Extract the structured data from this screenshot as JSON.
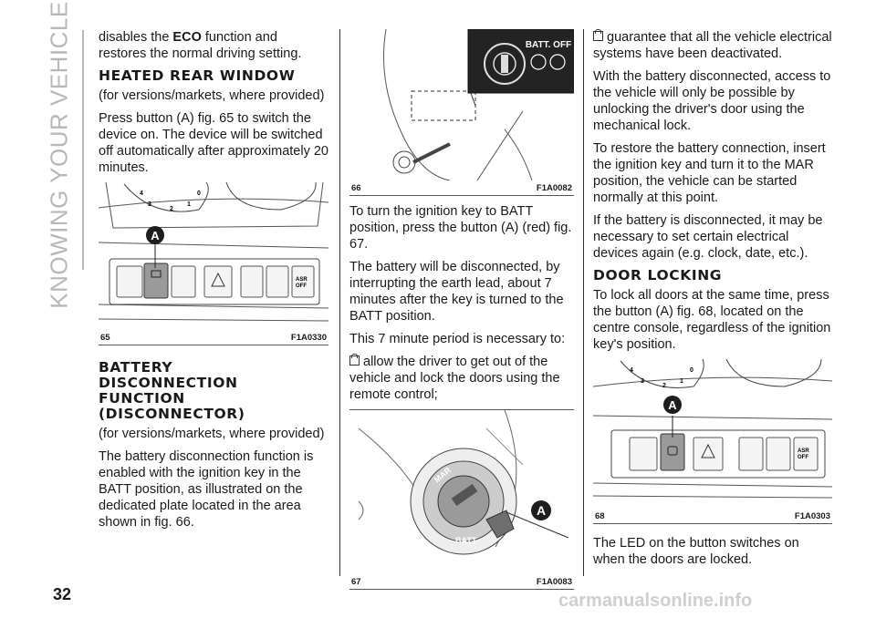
{
  "sidebar": {
    "title": "KNOWING YOUR VEHICLE"
  },
  "page": {
    "number": "32",
    "watermark": "carmanualsonline.info"
  },
  "col1": {
    "intro_pre": "disables the ",
    "intro_eco": "ECO",
    "intro_post": " function and restores the normal driving setting.",
    "heading1": "HEATED REAR WINDOW",
    "p1": "(for versions/markets, where provided)",
    "p2": "Press button (A) fig. 65 to switch the device on. The device will be switched off automatically after approximately 20 minutes.",
    "fig65": {
      "num": "65",
      "code": "F1A0330",
      "callout": "A",
      "dial_labels": [
        "4",
        "3",
        "2",
        "1",
        "0"
      ],
      "button_labels": [
        "ASR",
        "OFF"
      ]
    },
    "heading2": "BATTERY DISCONNECTION FUNCTION (DISCONNECTOR)",
    "p3": "(for versions/markets, where provided)",
    "p4": "The battery disconnection function is enabled with the ignition key in the BATT position, as illustrated on the dedicated plate located in the area shown in fig. 66."
  },
  "col2": {
    "fig66": {
      "num": "66",
      "code": "F1A0082",
      "inset_label": "BATT. OFF"
    },
    "p1": "To turn the ignition key to BATT position, press the button (A) (red) fig. 67.",
    "p2": "The battery will be disconnected, by interrupting the earth lead, about 7 minutes after the key is turned to the BATT position.",
    "p3": "This 7 minute period is necessary to:",
    "bullet1": "allow the driver to get out of the vehicle and lock the doors using the remote control;",
    "fig67": {
      "num": "67",
      "code": "F1A0083",
      "callout": "A",
      "key_labels": [
        "MAR",
        "BATT"
      ]
    }
  },
  "col3": {
    "bullet2": "guarantee that all the vehicle electrical systems have been deactivated.",
    "p1": "With the battery disconnected, access to the vehicle will only be possible by unlocking the driver's door using the mechanical lock.",
    "p2": "To restore the battery connection, insert the ignition key and turn it to the MAR position, the vehicle can be started normally at this point.",
    "p3": "If the battery is disconnected, it may be necessary to set certain electrical devices again (e.g. clock, date, etc.).",
    "heading1": "DOOR LOCKING",
    "p4": "To lock all doors at the same time, press the button (A) fig. 68, located on the centre console, regardless of the ignition key's position.",
    "fig68": {
      "num": "68",
      "code": "F1A0303",
      "callout": "A",
      "dial_labels": [
        "4",
        "3",
        "2",
        "1",
        "0"
      ],
      "button_labels": [
        "ASR",
        "OFF"
      ]
    },
    "p5": "The LED on the button switches on when the doors are locked."
  }
}
